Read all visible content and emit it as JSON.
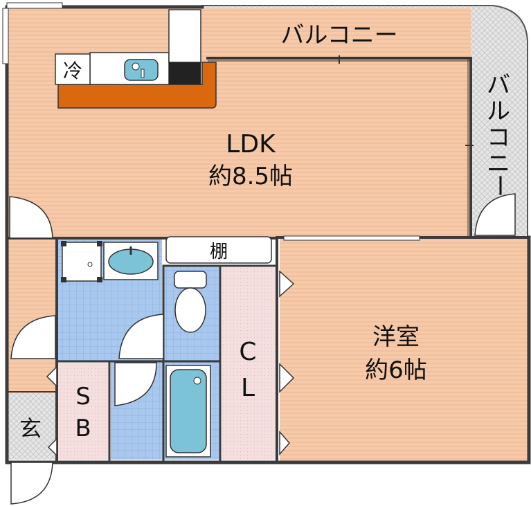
{
  "rooms": {
    "ldk": {
      "name": "LDK",
      "size": "約8.5帖"
    },
    "western": {
      "name": "洋室",
      "size": "約6帖"
    },
    "closet": {
      "c": "C",
      "l": "L"
    },
    "storage": {
      "s": "S",
      "b": "B"
    },
    "entrance": "玄"
  },
  "balcony": {
    "top": "バルコニー",
    "side_chars": [
      "バ",
      "ル",
      "コ",
      "ニ",
      "ー"
    ]
  },
  "fixtures": {
    "fridge": "冷",
    "shelf": "棚"
  },
  "colors": {
    "floor": "#f6c9a8",
    "floor_line": "#e7b08a",
    "balcony": "#e4e4e4",
    "tile": "#a9c8ee",
    "tile_line": "#8bb1e0",
    "closet": "#f4dede",
    "counter": "#d9680f",
    "fixture_fill": "#7cc3d8",
    "wall": "#3b3b3b"
  }
}
